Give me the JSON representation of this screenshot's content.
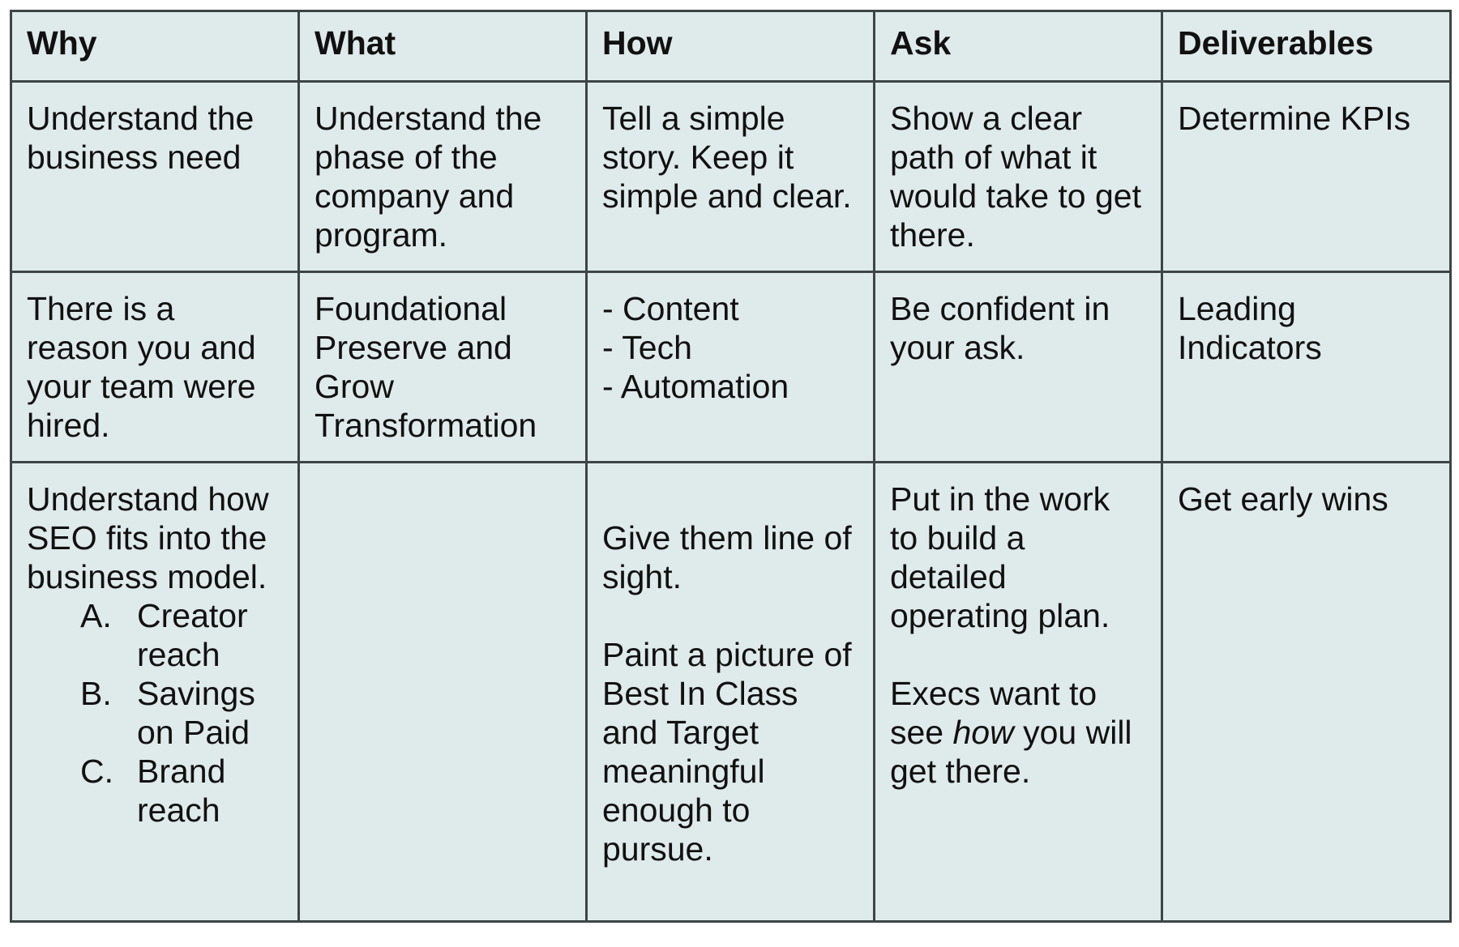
{
  "headers": [
    "Why",
    "What",
    "How",
    "Ask",
    "Deliverables"
  ],
  "row1": {
    "why": "Understand the business need",
    "what": "Understand the phase of the company and program.",
    "how": "Tell a simple story. Keep it simple and clear.",
    "ask": "Show a clear path of what it would take to get there.",
    "deliverables": "Determine KPIs"
  },
  "row2": {
    "why": "There is a reason you and your team were hired.",
    "what_lines": [
      "Foundational",
      "Preserve and Grow",
      "Transformation"
    ],
    "how_lines": [
      "- Content",
      "- Tech",
      "- Automation"
    ],
    "ask": "Be confident in your ask.",
    "deliverables": "Leading Indicators"
  },
  "row3": {
    "why_intro": "Understand how SEO fits into the business model.",
    "why_list": [
      {
        "marker": "A.",
        "text": "Creator reach"
      },
      {
        "marker": "B.",
        "text": "Savings on Paid"
      },
      {
        "marker": "C.",
        "text": "Brand reach"
      }
    ],
    "what": "",
    "how_p1": "Give them line of sight.",
    "how_p2": "Paint a picture of Best In Class and  Target meaningful enough to pursue.",
    "ask_p1": "Put in the work to build a detailed operating plan.",
    "ask_p2_before": "Execs want to see ",
    "ask_p2_em": "how",
    "ask_p2_after": " you will get there.",
    "deliverables": "Get early wins"
  }
}
